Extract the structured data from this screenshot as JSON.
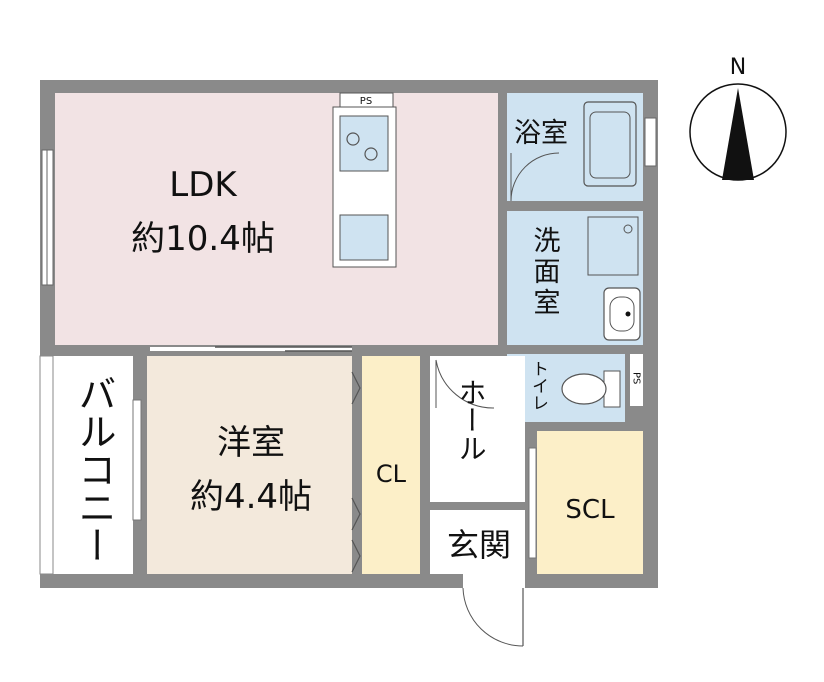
{
  "compass": {
    "north_label": "N"
  },
  "rooms": {
    "ldk": {
      "name": "LDK",
      "size": "約10.4帖"
    },
    "western": {
      "name": "洋室",
      "size": "約4.4帖"
    },
    "closet": {
      "name": "CL"
    },
    "scl": {
      "name": "SCL"
    },
    "bath": {
      "name": "浴室"
    },
    "washroom": {
      "name": "洗面室"
    },
    "toilet": {
      "name": "トイレ"
    },
    "hall": {
      "name": "ホール"
    },
    "entrance": {
      "name": "玄関"
    },
    "balcony": {
      "name": "バルコニー"
    },
    "ps_top": {
      "name": "PS"
    },
    "ps_right": {
      "name": "PS"
    }
  },
  "colors": {
    "wall": "#8a8a8a",
    "ldk": "#f2e3e4",
    "western": "#f3e9dc",
    "storage": "#fcefc8",
    "wet": "#cfe3f1",
    "floor": "#ffffff",
    "compass_fill": "#111111"
  }
}
